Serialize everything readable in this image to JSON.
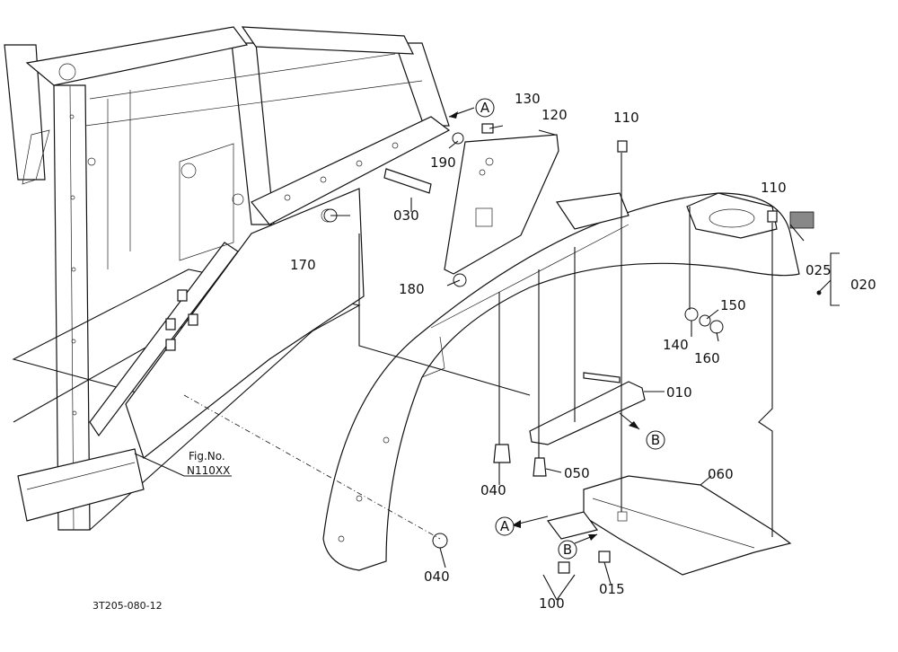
{
  "diagram": {
    "drawing_code": "3T205-080-12",
    "fig_ref": {
      "line1": "Fig.No.",
      "line2": "N110XX"
    },
    "part_labels": {
      "p010": "010",
      "p015": "015",
      "p020": "020",
      "p025": "025",
      "p030": "030",
      "p040a": "040",
      "p040b": "040",
      "p050": "050",
      "p060": "060",
      "p100": "100",
      "p110a": "110",
      "p110b": "110",
      "p120": "120",
      "p130": "130",
      "p140": "140",
      "p150": "150",
      "p160": "160",
      "p170": "170",
      "p180": "180",
      "p190": "190"
    },
    "ref_markers": {
      "a1": "A",
      "a2": "A",
      "b1": "B",
      "b2": "B"
    }
  }
}
